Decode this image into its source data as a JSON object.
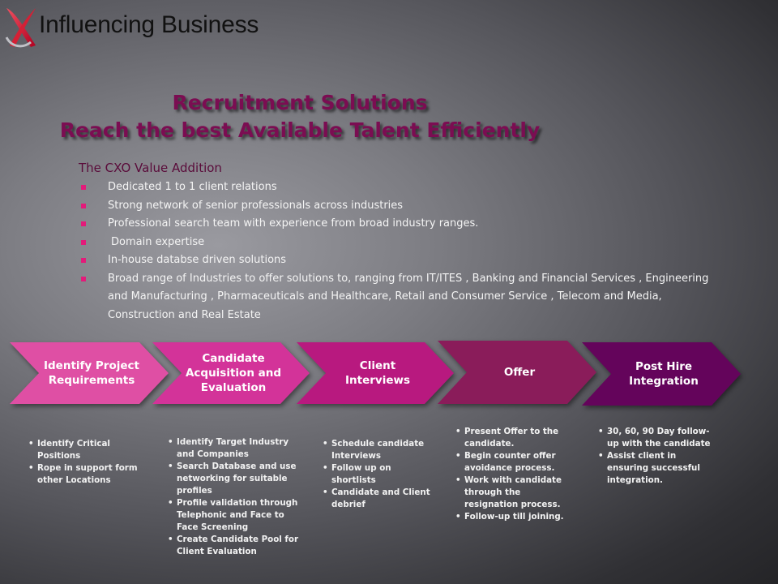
{
  "brand": "Influencing Business",
  "titles": {
    "line1": "Recruitment Solutions",
    "line2": "Reach the best Available Talent Efficiently"
  },
  "cxo": {
    "heading": "The CXO Value Addition",
    "items": [
      "Dedicated 1 to 1 client relations",
      "Strong network of senior professionals across industries",
      "Professional search team with experience from broad industry ranges.",
      "Domain expertise",
      "In-house databse driven solutions",
      "Broad range of Industries to offer solutions to, ranging from IT/ITES , Banking and Financial Services , Engineering and Manufacturing , Pharmaceuticals and Healthcare, Retail and Consumer Service , Telecom and Media, Construction and Real Estate"
    ]
  },
  "stages": [
    {
      "label": "Identify Project Requirements",
      "color": "#df4fa4",
      "bullets": [
        "Identify Critical Positions",
        "Rope in support form other Locations"
      ]
    },
    {
      "label": "Candidate Acquisition and Evaluation",
      "color": "#d33399",
      "bullets": [
        "Identify Target Industry and Companies",
        "Search Database and use networking for suitable profiles",
        "Profile validation through Telephonic and Face to Face Screening",
        "Create Candidate Pool for Client Evaluation"
      ]
    },
    {
      "label": "Client Interviews",
      "color": "#b8197f",
      "bullets": [
        "Schedule candidate Interviews",
        "Follow up on shortlists",
        "Candidate and Client debrief"
      ]
    },
    {
      "label": "Offer",
      "color": "#8a1c5a",
      "bullets": [
        "Present Offer to the candidate.",
        "Begin counter offer avoidance process.",
        "Work with candidate through the resignation process.",
        "Follow-up till joining."
      ]
    },
    {
      "label": "Post Hire Integration",
      "color": "#64045b",
      "bullets": [
        "30, 60, 90 Day follow-up with the candidate",
        "Assist client in ensuring successful integration."
      ]
    }
  ]
}
